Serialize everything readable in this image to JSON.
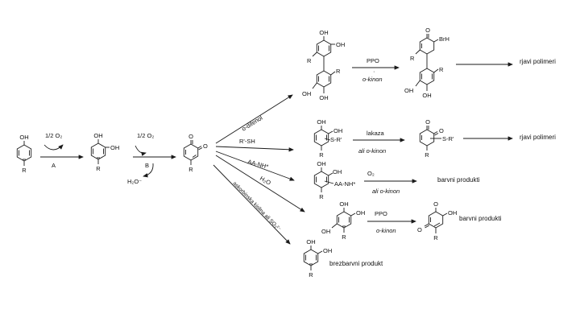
{
  "atoms": {
    "oh": "OH",
    "o": "O",
    "r": "R",
    "h2o_minus": "H₂O⁻",
    "brh": "BrH",
    "sr": "S-R'",
    "aanh": "AA-NH*"
  },
  "steps": {
    "a_reagent": "1/2 O₂",
    "a_label": "A",
    "b_reagent": "1/2 O₂",
    "b_label": "B"
  },
  "branches": {
    "odifenol": "o-difenol",
    "rsh": "R'-SH",
    "aanh": "AA-NH*",
    "h2o": "H₂O",
    "askorbinska": "askorbinska kislina ali SO₃²⁻"
  },
  "reagents": {
    "ppo": "PPO",
    "dot": "·",
    "okinon": "o-kinon",
    "lakaza": "lakaza",
    "ali_okinon": "ali o-kinon",
    "o2": "O₂"
  },
  "products": {
    "rjavi1": "rjavi polimeri",
    "rjavi2": "rjavi polimeri",
    "barvni1": "barvni  produkti",
    "barvni2": "barvni  produkti",
    "brezbarvni": "brezbarvni produkt"
  }
}
